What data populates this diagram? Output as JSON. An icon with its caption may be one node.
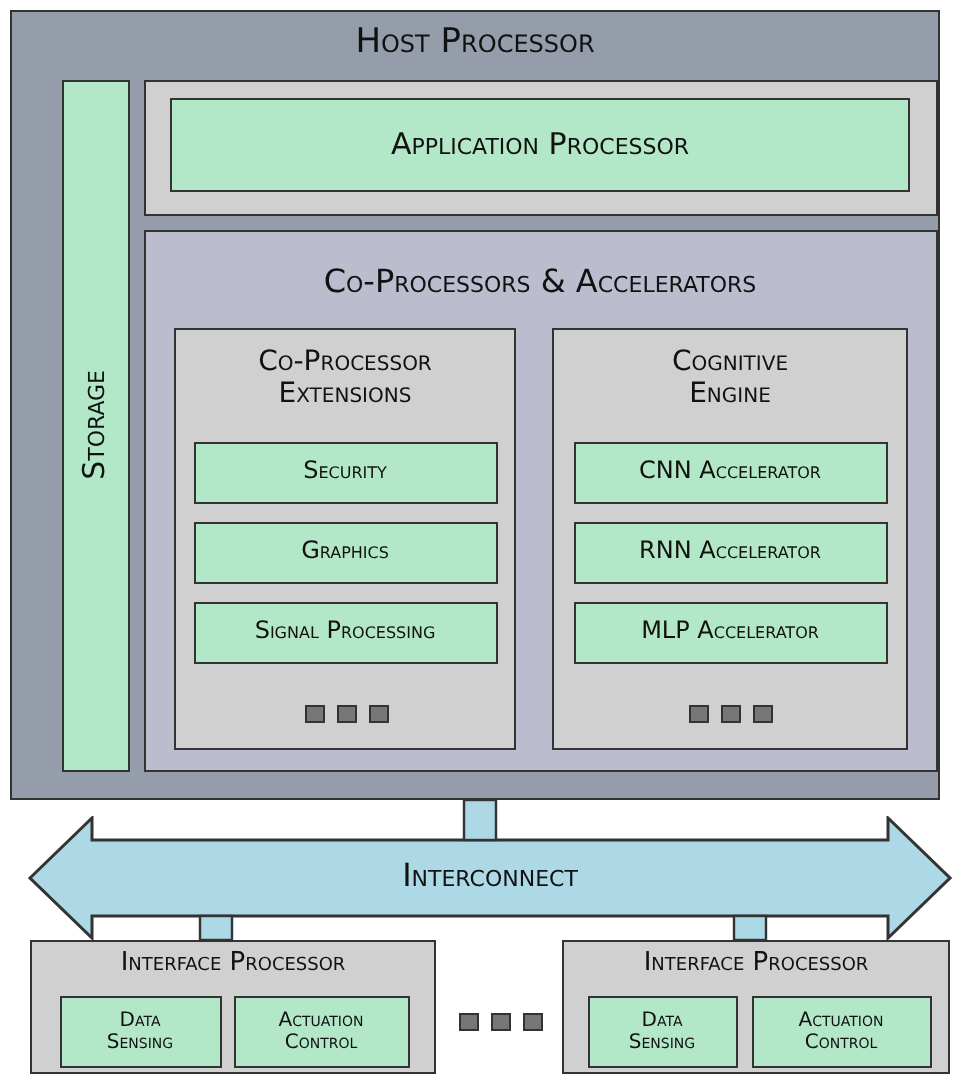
{
  "diagram": {
    "nodes": [
      {
        "text": [
          "Host Processor"
        ]
      },
      {
        "text": [
          "Storage"
        ],
        "in": 0
      },
      {
        "text": [],
        "shape": "box",
        "in": 0
      },
      {
        "text": [
          "Application Processor"
        ],
        "in": 2
      },
      {
        "text": [
          "Co-Processors & Accelerators"
        ],
        "in": 0
      },
      {
        "text": [
          "Co-Processor Extensions"
        ],
        "in": 4
      },
      {
        "text": [
          "Security"
        ],
        "in": 5
      },
      {
        "text": [
          "Graphics"
        ],
        "in": 5
      },
      {
        "text": [
          "Signal Processing"
        ],
        "in": 5
      },
      {
        "text": [
          "Cognitive Engine"
        ],
        "in": 4
      },
      {
        "text": [
          "CNN Accelerator"
        ],
        "in": 9
      },
      {
        "text": [
          "RNN Accelerator"
        ],
        "in": 9
      },
      {
        "text": [
          "MLP Accelerator"
        ],
        "in": 9
      },
      {
        "text": [
          "Interconnect"
        ]
      },
      {
        "text": [
          "Interface Processor"
        ]
      },
      {
        "text": [
          "Data Sensing"
        ],
        "in": 14
      },
      {
        "text": [
          "Actuation Control"
        ],
        "in": 14
      },
      {
        "text": [
          "Interface Processor"
        ]
      },
      {
        "text": [
          "Data Sensing"
        ],
        "in": 17
      },
      {
        "text": [
          "Actuation Control"
        ],
        "in": 17
      }
    ],
    "edges": [
      {
        "from": 0,
        "to": 13,
        "arrow": "none",
        "style": "thick"
      },
      {
        "from": 13,
        "to": 14,
        "arrow": "none",
        "style": "thick"
      },
      {
        "from": 13,
        "to": 17,
        "arrow": "none",
        "style": "thick"
      }
    ]
  }
}
